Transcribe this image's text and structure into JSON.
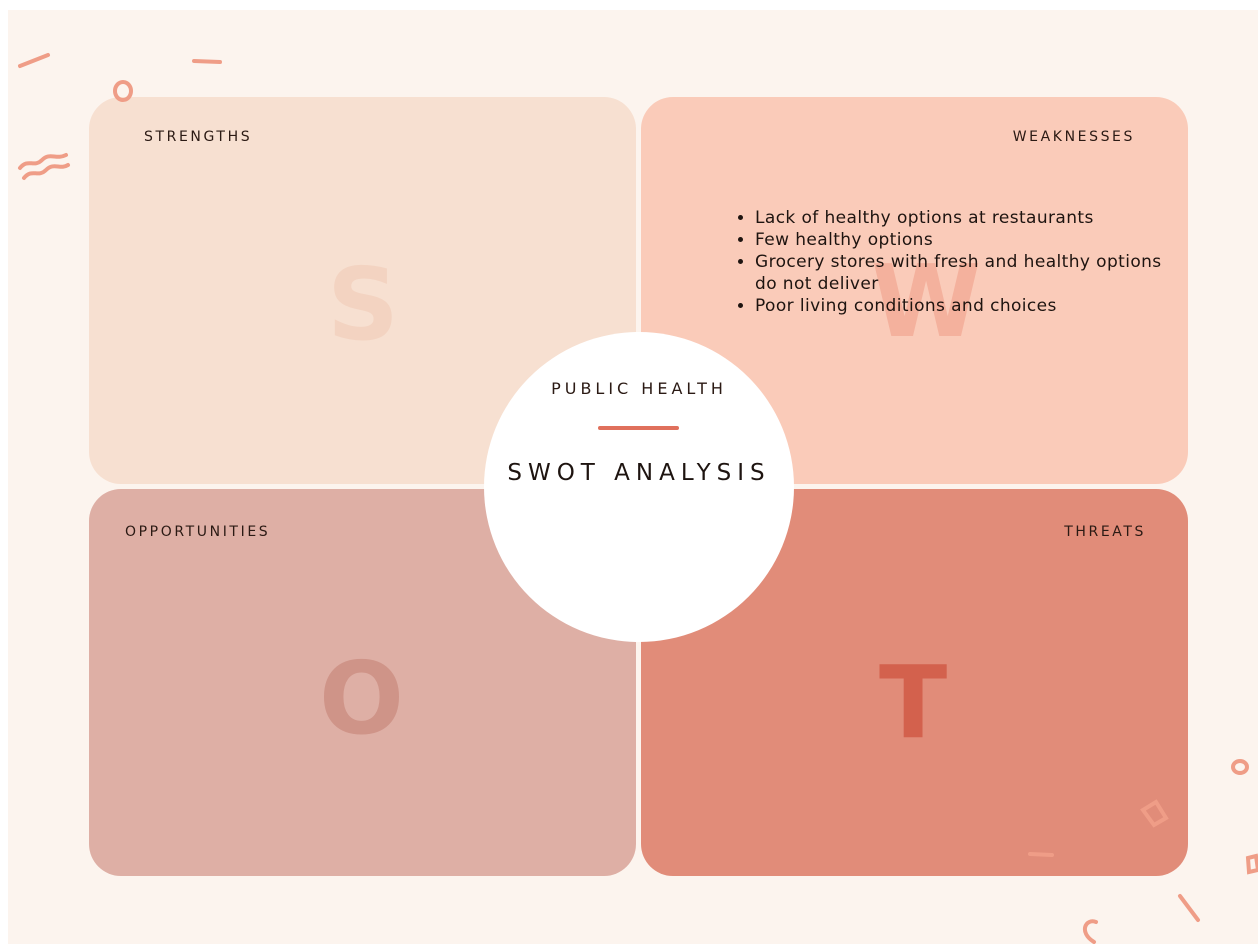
{
  "center": {
    "subtitle": "PUBLIC HEALTH",
    "title": "SWOT ANALYSIS"
  },
  "quadrants": {
    "strengths": {
      "title": "STRENGTHS",
      "letter": "S"
    },
    "weaknesses": {
      "title": "WEAKNESSES",
      "letter": "W",
      "items": [
        "Lack of healthy options at restaurants",
        "Few healthy options",
        "Grocery stores with fresh and healthy options do not deliver",
        "Poor living conditions and choices"
      ]
    },
    "opportunities": {
      "title": "OPPORTUNITIES",
      "letter": "O"
    },
    "threats": {
      "title": "THREATS",
      "letter": "T"
    }
  },
  "colors": {
    "background": "#fcf4ee",
    "strengths": "#f7e0d1",
    "weaknesses": "#facbb9",
    "opportunities": "#deafa5",
    "threats": "#e18c79",
    "accent": "#e0705c",
    "text": "#2b1a14"
  }
}
